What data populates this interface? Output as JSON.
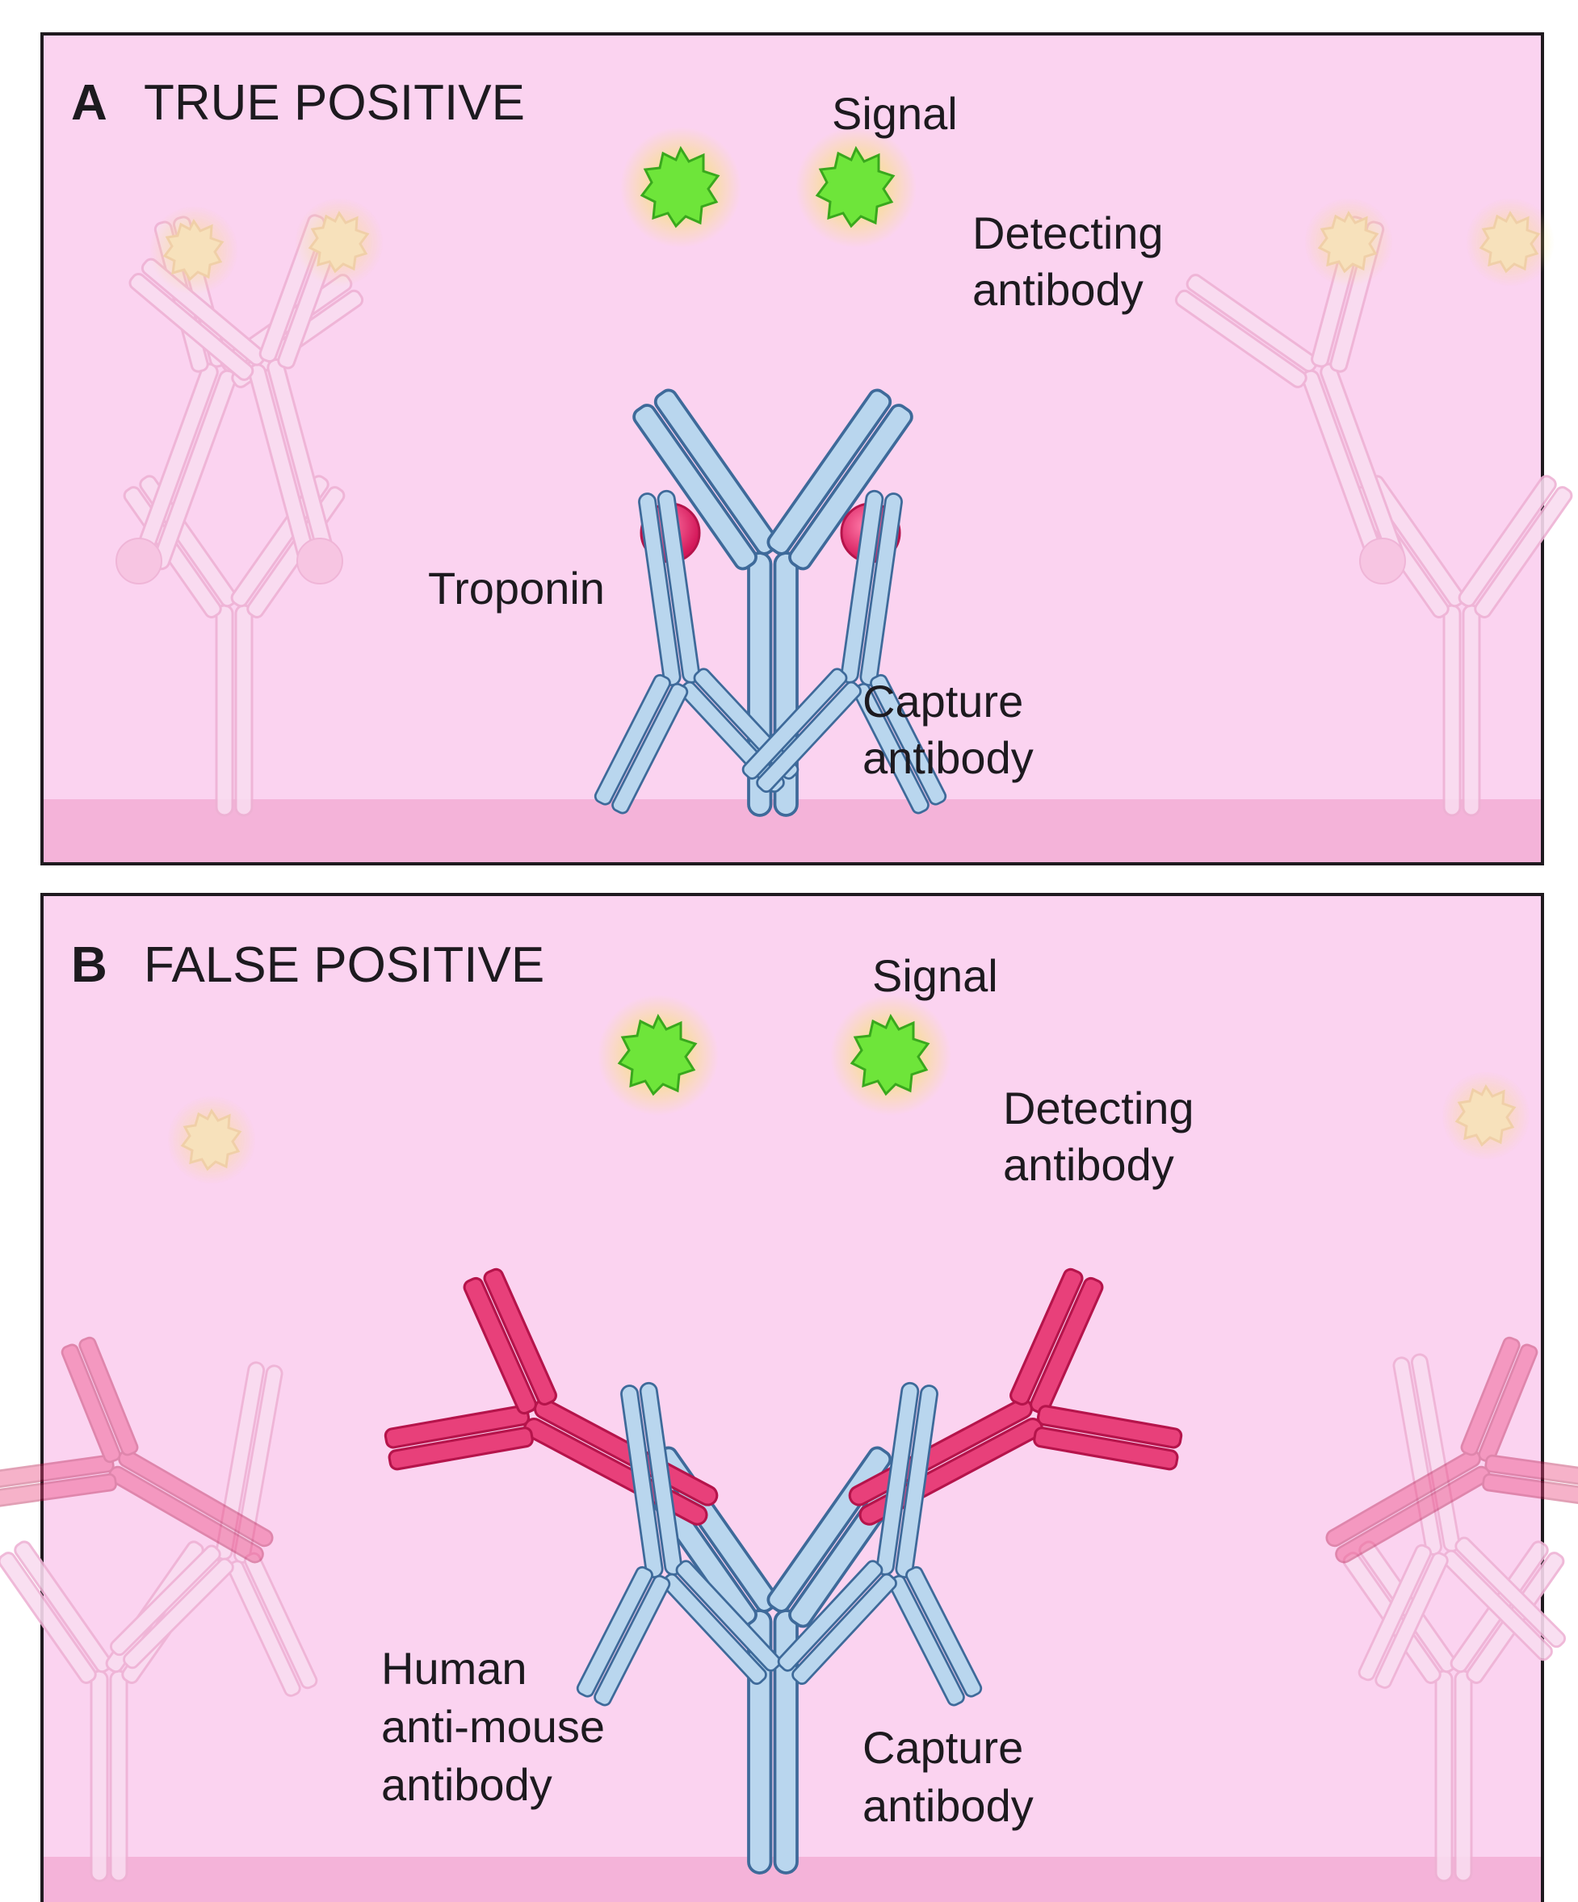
{
  "colors": {
    "background": "#fbd3f0",
    "floor": "#f4b3d9",
    "frame": "#1f1a1f",
    "antibody_fill": "#b9d6ee",
    "antibody_stroke": "#3e6a9a",
    "antigen": "#e5286a",
    "hama_fill": "#e8407a",
    "hama_stroke": "#b5144b",
    "signal": "#6ee53a",
    "signal_glow": "#f6e46a"
  },
  "panel_a": {
    "letter": "A",
    "title": "TRUE POSITIVE",
    "labels": {
      "signal": "Signal",
      "detecting_line1": "Detecting",
      "detecting_line2": "antibody",
      "troponin": "Troponin",
      "capture_line1": "Capture",
      "capture_line2": "antibody"
    }
  },
  "panel_b": {
    "letter": "B",
    "title": "FALSE POSITIVE",
    "labels": {
      "signal": "Signal",
      "detecting_line1": "Detecting",
      "detecting_line2": "antibody",
      "hama_line1": "Human",
      "hama_line2": "anti-mouse",
      "hama_line3": "antibody",
      "capture_line1": "Capture",
      "capture_line2": "antibody"
    }
  }
}
